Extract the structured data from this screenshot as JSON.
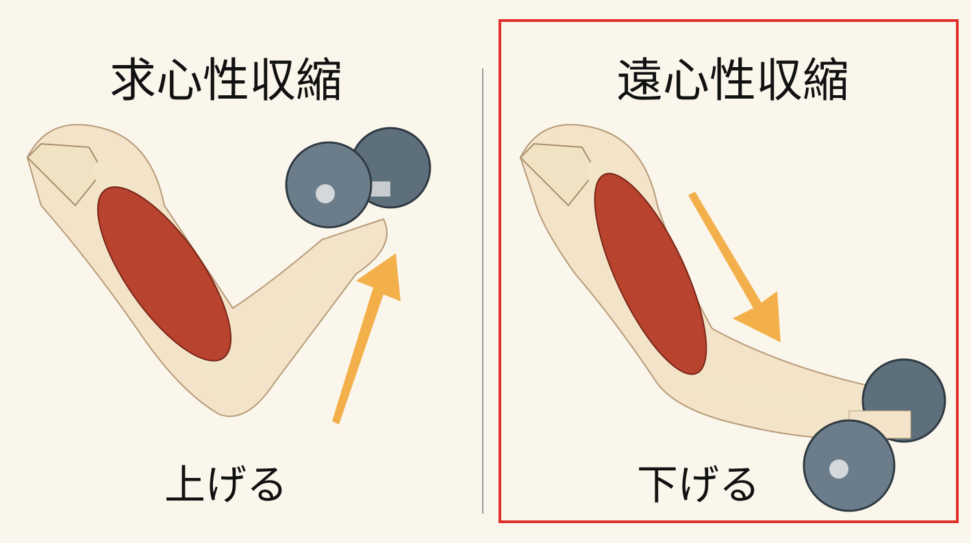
{
  "left_panel": {
    "title": "求心性収縮",
    "label": "上げる",
    "arrow_direction": "up"
  },
  "right_panel": {
    "title": "遠心性収縮",
    "label": "下げる",
    "arrow_direction": "down",
    "highlighted": true
  },
  "colors": {
    "background": "#faf6ec",
    "highlight_border": "#e0302a",
    "muscle": "#b8432f",
    "bone": "#f1e6c8",
    "skin": "#f3e4c9",
    "arrow": "#f3b04a",
    "dumbbell": "#5e6f7c"
  }
}
